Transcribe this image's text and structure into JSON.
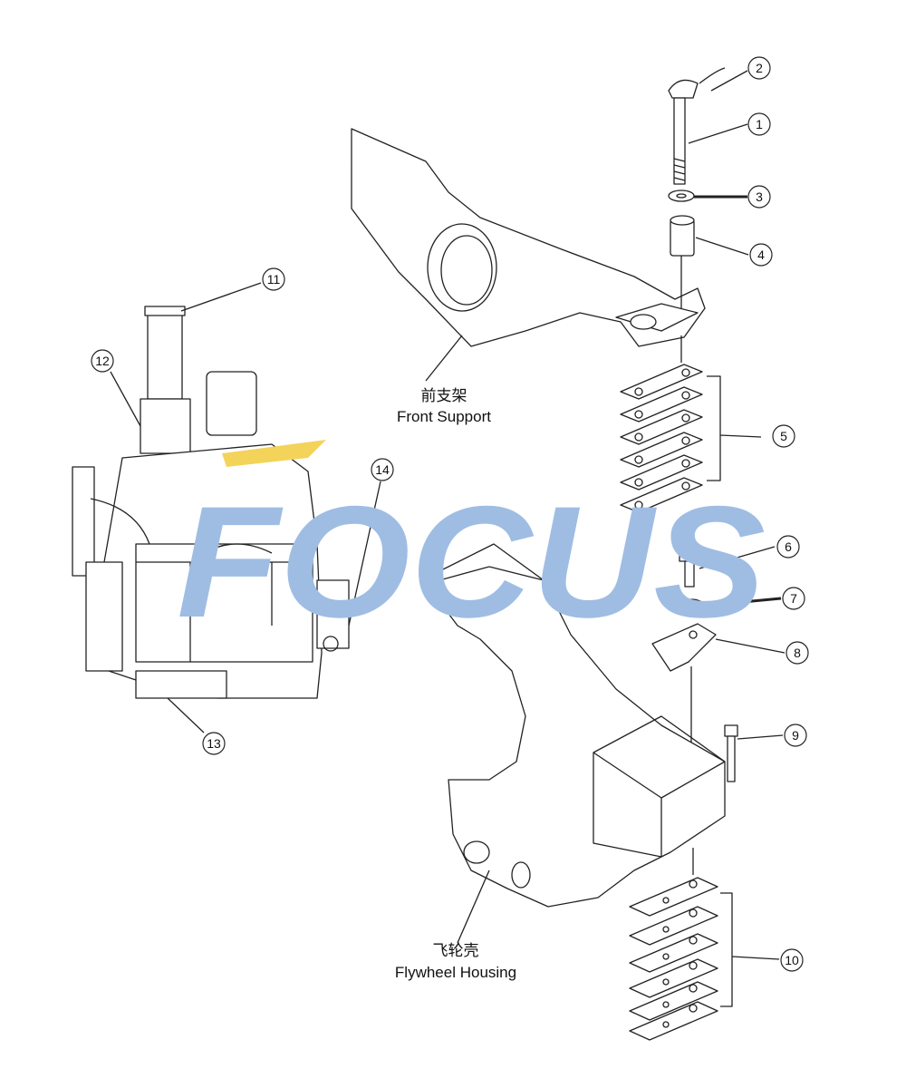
{
  "watermark": {
    "text": "FOCUS",
    "color": "#9fbde3",
    "accent": "#f3d35a"
  },
  "labels": {
    "front_support_cn": "前支架",
    "front_support_en": "Front Support",
    "flywheel_housing_cn": "飞轮壳",
    "flywheel_housing_en": "Flywheel Housing"
  },
  "callouts": [
    "1",
    "2",
    "3",
    "4",
    "5",
    "6",
    "7",
    "8",
    "9",
    "10",
    "11",
    "12",
    "13",
    "14"
  ]
}
